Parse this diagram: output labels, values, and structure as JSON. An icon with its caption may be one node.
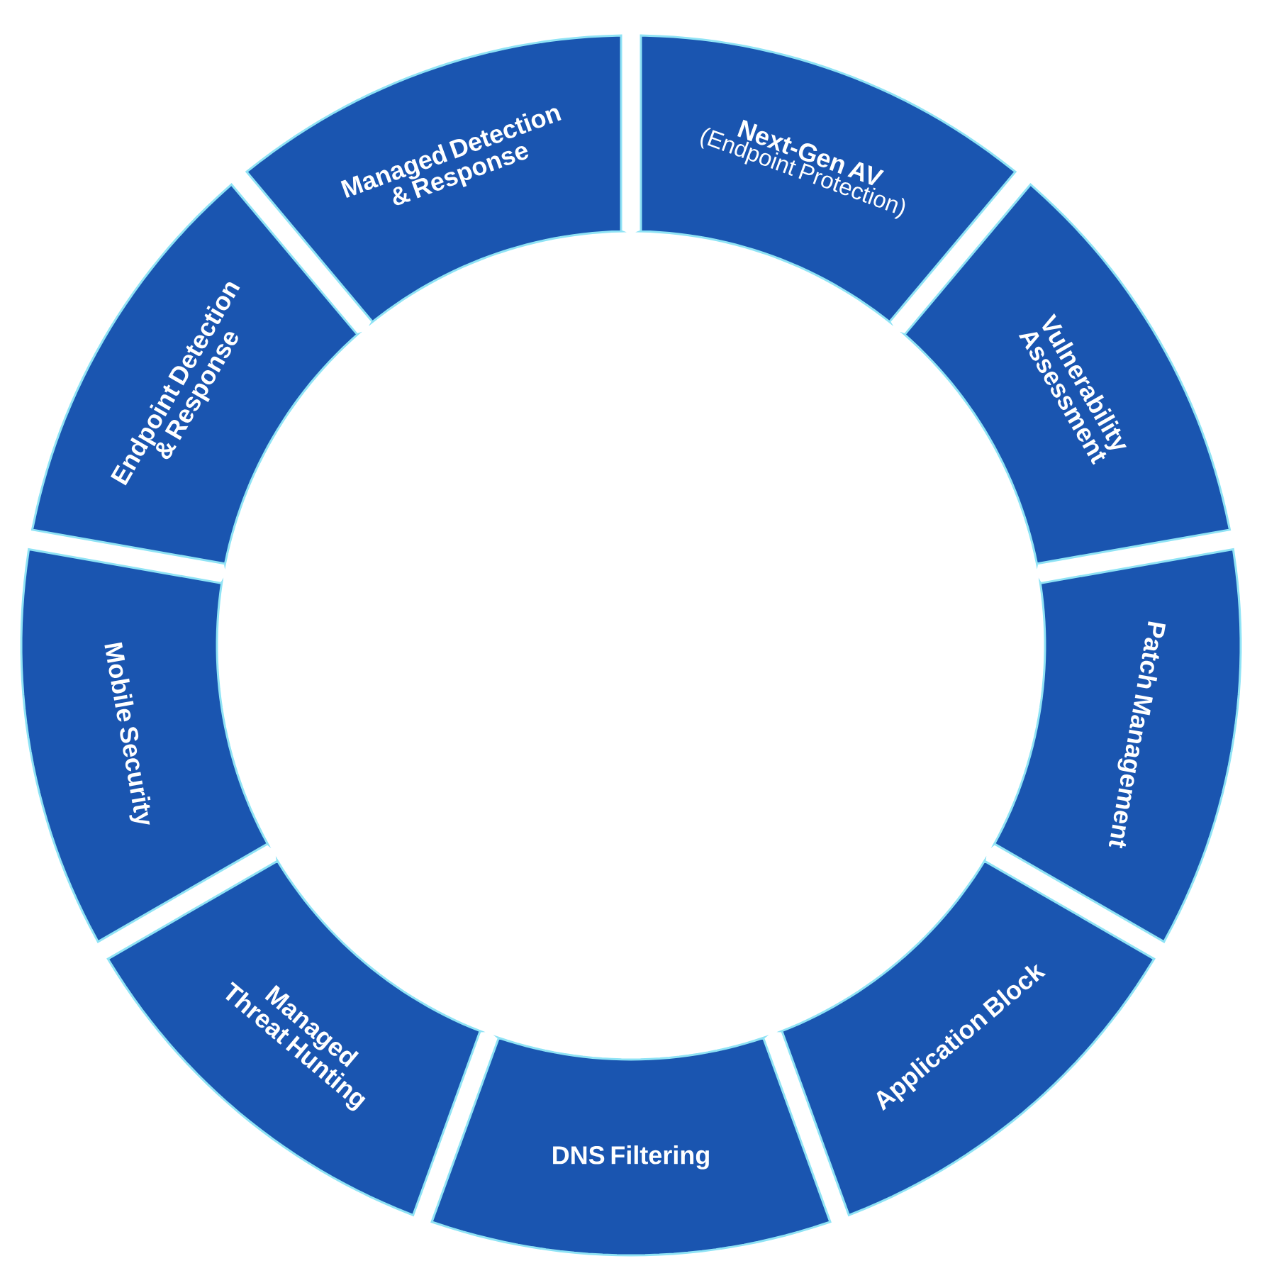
{
  "diagram": {
    "nodes": [
      {
        "text": [
          "Next-Gen AV",
          "(Endpoint Protection)"
        ]
      },
      {
        "text": [
          "Vulnerability Assessment"
        ]
      },
      {
        "text": [
          "Patch Management"
        ]
      },
      {
        "text": [
          "Application Block"
        ]
      },
      {
        "text": [
          "DNS Filtering"
        ]
      },
      {
        "text": [
          "Managed Threat Hunting"
        ]
      },
      {
        "text": [
          "Mobile Security"
        ]
      },
      {
        "text": [
          "Endpoint Detection & Response"
        ]
      },
      {
        "text": [
          "Managed Detection & Response"
        ]
      }
    ]
  }
}
